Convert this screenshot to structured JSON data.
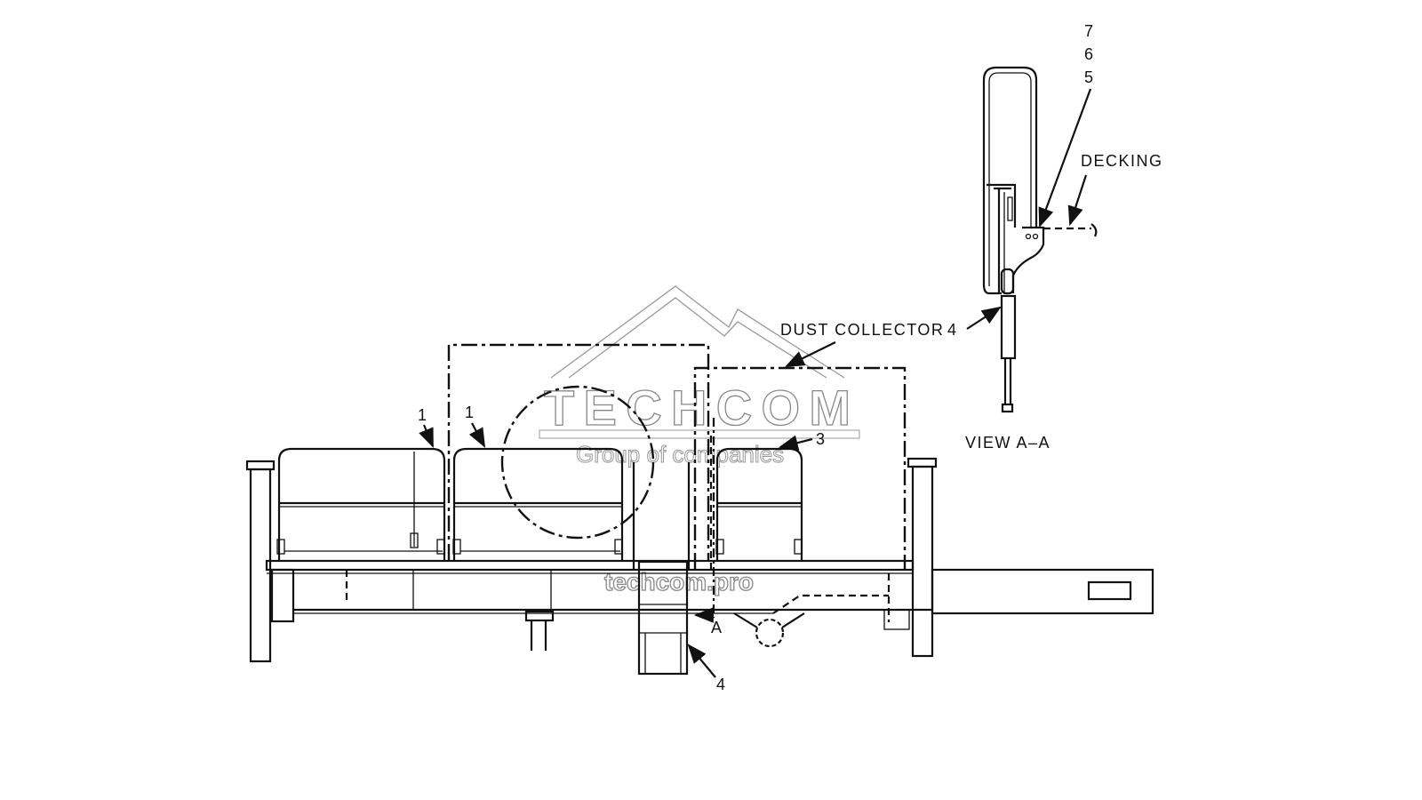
{
  "callouts": {
    "railing_left": "1",
    "railing_middle": "1",
    "railing_right": "3",
    "ladder": "4",
    "section_marker": "A"
  },
  "labels": {
    "dust_collector": "DUST COLLECTOR",
    "decking": "DECKING",
    "view_title": "VIEW A–A"
  },
  "view_a_a": {
    "callout_7": "7",
    "callout_6": "6",
    "callout_5": "5",
    "callout_4": "4"
  },
  "watermark": {
    "brand": "TECHCOM",
    "tagline": "Group of companies",
    "site": "techcom.pro"
  }
}
